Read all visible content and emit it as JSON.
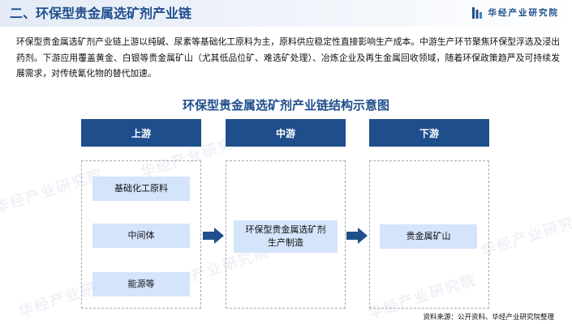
{
  "header": {
    "title": "二、环保型贵金属选矿剂产业链",
    "brand": "华经产业研究院"
  },
  "intro": "环保型贵金属选矿剂产业链上游以纯碱、尿素等基础化工原料为主，原料供应稳定性直接影响生产成本。中游生产环节聚焦环保型浮选及浸出药剂。下游应用覆盖黄金、白银等贵金属矿山（尤其低品位矿、难选矿处理）、冶炼企业及再生金属回收领域，随着环保政策趋严及可持续发展需求，对传统氰化物的替代加速。",
  "diagram": {
    "title": "环保型贵金属选矿剂产业链结构示意图",
    "stages": [
      {
        "label": "上游",
        "items": [
          "基础化工原料",
          "中间体",
          "能源等"
        ]
      },
      {
        "label": "中游",
        "items": [
          "环保型贵金属选矿剂生产制造"
        ]
      },
      {
        "label": "下游",
        "items": [
          "贵金属矿山"
        ]
      }
    ],
    "arrow_icon": "right-arrow-icon"
  },
  "watermark": "华经产业研究院",
  "source": "资料来源：公开资料、华经产业研究院整理",
  "colors": {
    "accent": "#1f4e8c",
    "item_fill": "#d4e4fb",
    "header_gradient_start": "#e4ebf6"
  }
}
